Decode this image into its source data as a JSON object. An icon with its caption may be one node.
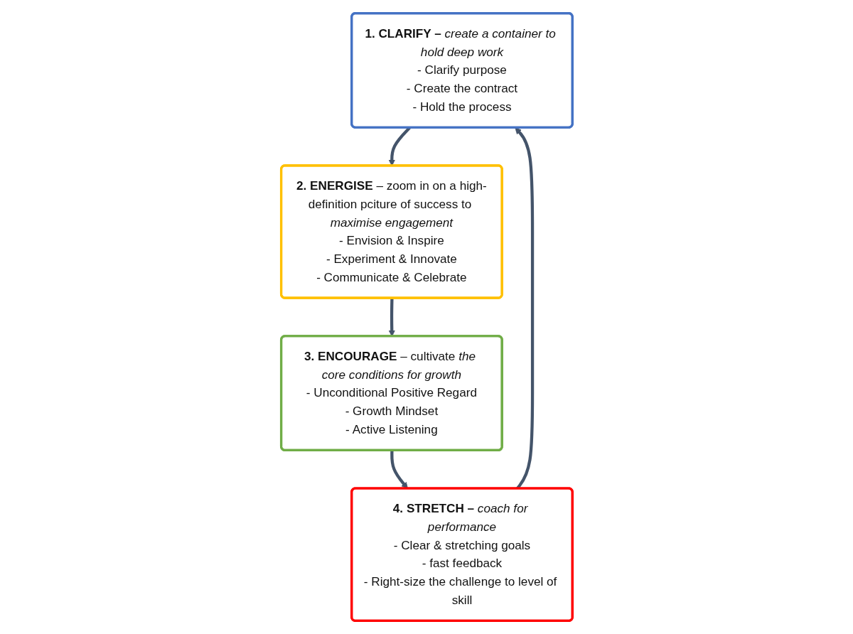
{
  "diagram": {
    "nodes": [
      {
        "text": [
          "**1. CLARIFY –** *create a container to hold deep work*",
          "- Clarify purpose",
          "- Create the contract",
          "- Hold the process"
        ]
      },
      {
        "text": [
          "**2. ENERGISE** – zoom in on a high-definition pciture of success to *maximise engagement*",
          "- Envision & Inspire",
          "- Experiment & Innovate",
          "- Communicate & Celebrate"
        ]
      },
      {
        "text": [
          "**3. ENCOURAGE** – cultivate *the core conditions for growth*",
          "- Unconditional Positive Regard",
          "- Growth Mindset",
          "- Active Listening"
        ]
      },
      {
        "text": [
          "**4. STRETCH –** *coach for performance*",
          "- Clear & stretching goals",
          "- fast feedback",
          "- Right-size the challenge to level of skill"
        ]
      }
    ],
    "edges": [
      {
        "from": 0,
        "to": 1,
        "arrow": "to"
      },
      {
        "from": 1,
        "to": 2,
        "arrow": "to"
      },
      {
        "from": 2,
        "to": 3,
        "arrow": "to"
      },
      {
        "from": 3,
        "to": 0,
        "arrow": "to"
      }
    ]
  }
}
